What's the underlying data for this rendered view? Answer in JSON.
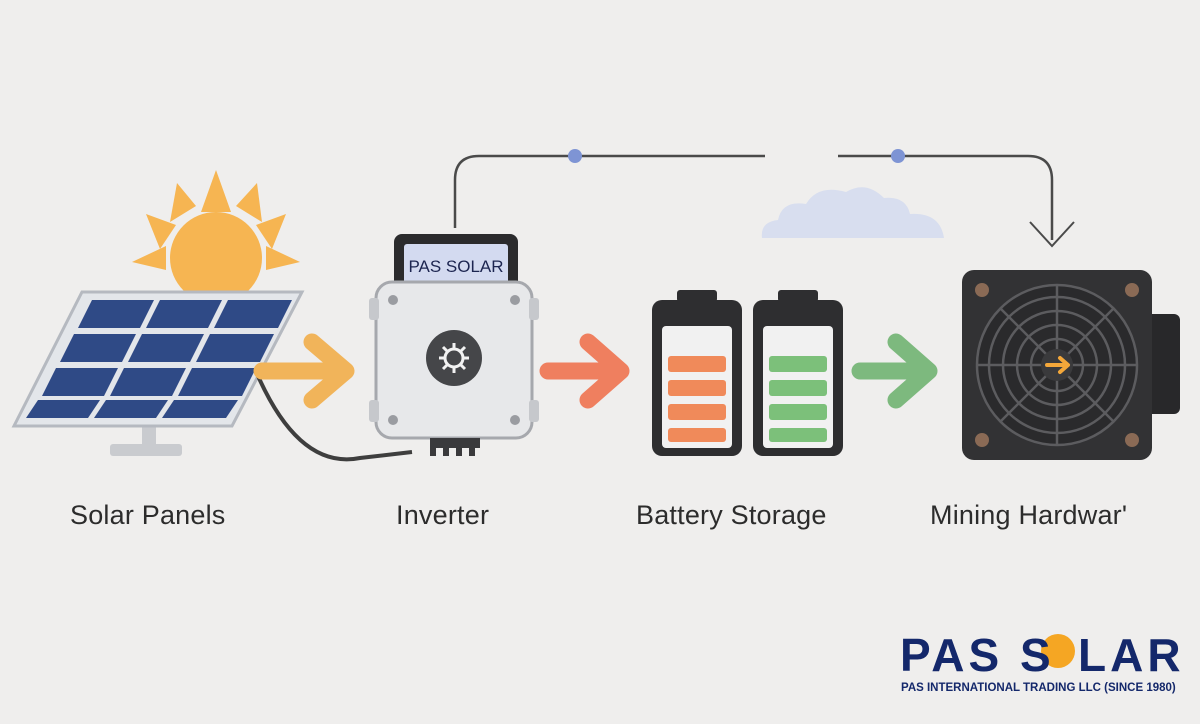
{
  "diagram": {
    "steps": [
      {
        "id": "solar",
        "label": "Solar Panels"
      },
      {
        "id": "inverter",
        "label": "Inverter"
      },
      {
        "id": "battery",
        "label": "Battery Storage"
      },
      {
        "id": "mining",
        "label": "Mining Hardwar'"
      }
    ],
    "inverter_screen_text": "PAS SOLAR",
    "colors": {
      "arrow_solar": "#f1b45a",
      "arrow_inverter": "#ef7f5f",
      "arrow_battery": "#7db97e",
      "battery_orange": "#f08a5a",
      "battery_green": "#7cc07a",
      "panel_blue": "#2f4a86",
      "sun": "#f6b552",
      "cloud": "#d9dfef",
      "brand_navy": "#14286b",
      "brand_sun": "#f5a623"
    },
    "icons": [
      "sun-icon",
      "cloud-icon",
      "gear-icon",
      "fan-icon",
      "arrow-right-icon"
    ]
  },
  "brand": {
    "name_left": "PAS S",
    "name_right": "LAR",
    "subtitle": "PAS INTERNATIONAL TRADING LLC (SINCE 1980)"
  }
}
